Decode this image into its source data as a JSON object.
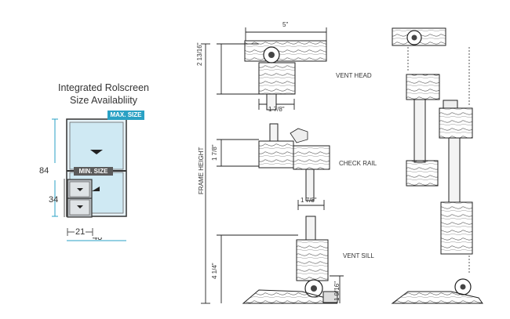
{
  "left_panel": {
    "title_line1": "Integrated Rolscreen",
    "title_line2": "Size Availabliity",
    "max_badge": "MAX. SIZE",
    "min_badge": "MIN. SIZE",
    "dim_height_max": "84",
    "dim_height_min": "34",
    "dim_width_min": "21",
    "dim_width_max": "48"
  },
  "section": {
    "dim_top_width": "5\"",
    "dim_head_height": "2 13/16\"",
    "dim_head_depth": "1 7/8\"",
    "dim_check_height": "1 7/8\"",
    "dim_check_depth": "1 7/8\"",
    "dim_sill_height": "4 1/4\"",
    "dim_sill_small": "1 9/16\"",
    "frame_height_label": "FRAME HEIGHT",
    "label_head": "VENT HEAD",
    "label_check": "CHECK RAIL",
    "label_sill": "VENT SILL"
  },
  "colors": {
    "teal": "#2aa1c4",
    "glass": "#cfe9f3",
    "dark": "#222222",
    "mid_gray": "#6b6b6b"
  }
}
